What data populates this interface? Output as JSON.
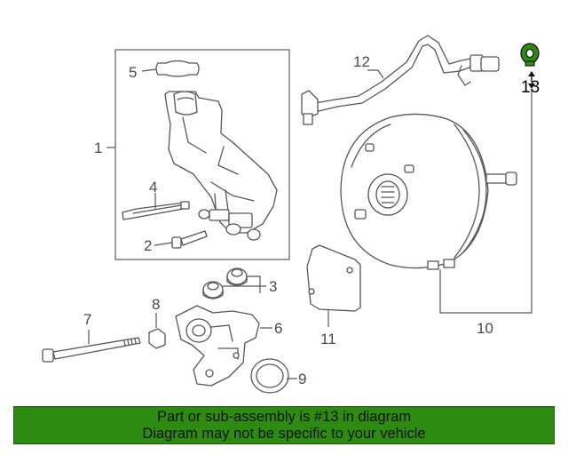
{
  "colors": {
    "banner_bg": "#2e8b12",
    "highlight_part": "#2e8b12",
    "line": "#555555",
    "label": "#4a4a4a"
  },
  "callouts": {
    "c1": "1",
    "c2": "2",
    "c3": "3",
    "c4": "4",
    "c5": "5",
    "c6": "6",
    "c7": "7",
    "c8": "8",
    "c9": "9",
    "c10": "10",
    "c11": "11",
    "c12": "12",
    "c13": "13"
  },
  "highlighted_callout": "13",
  "banner": {
    "line1": "Part or sub-assembly is #13 in diagram",
    "line2": "Diagram may not be specific to your vehicle"
  }
}
